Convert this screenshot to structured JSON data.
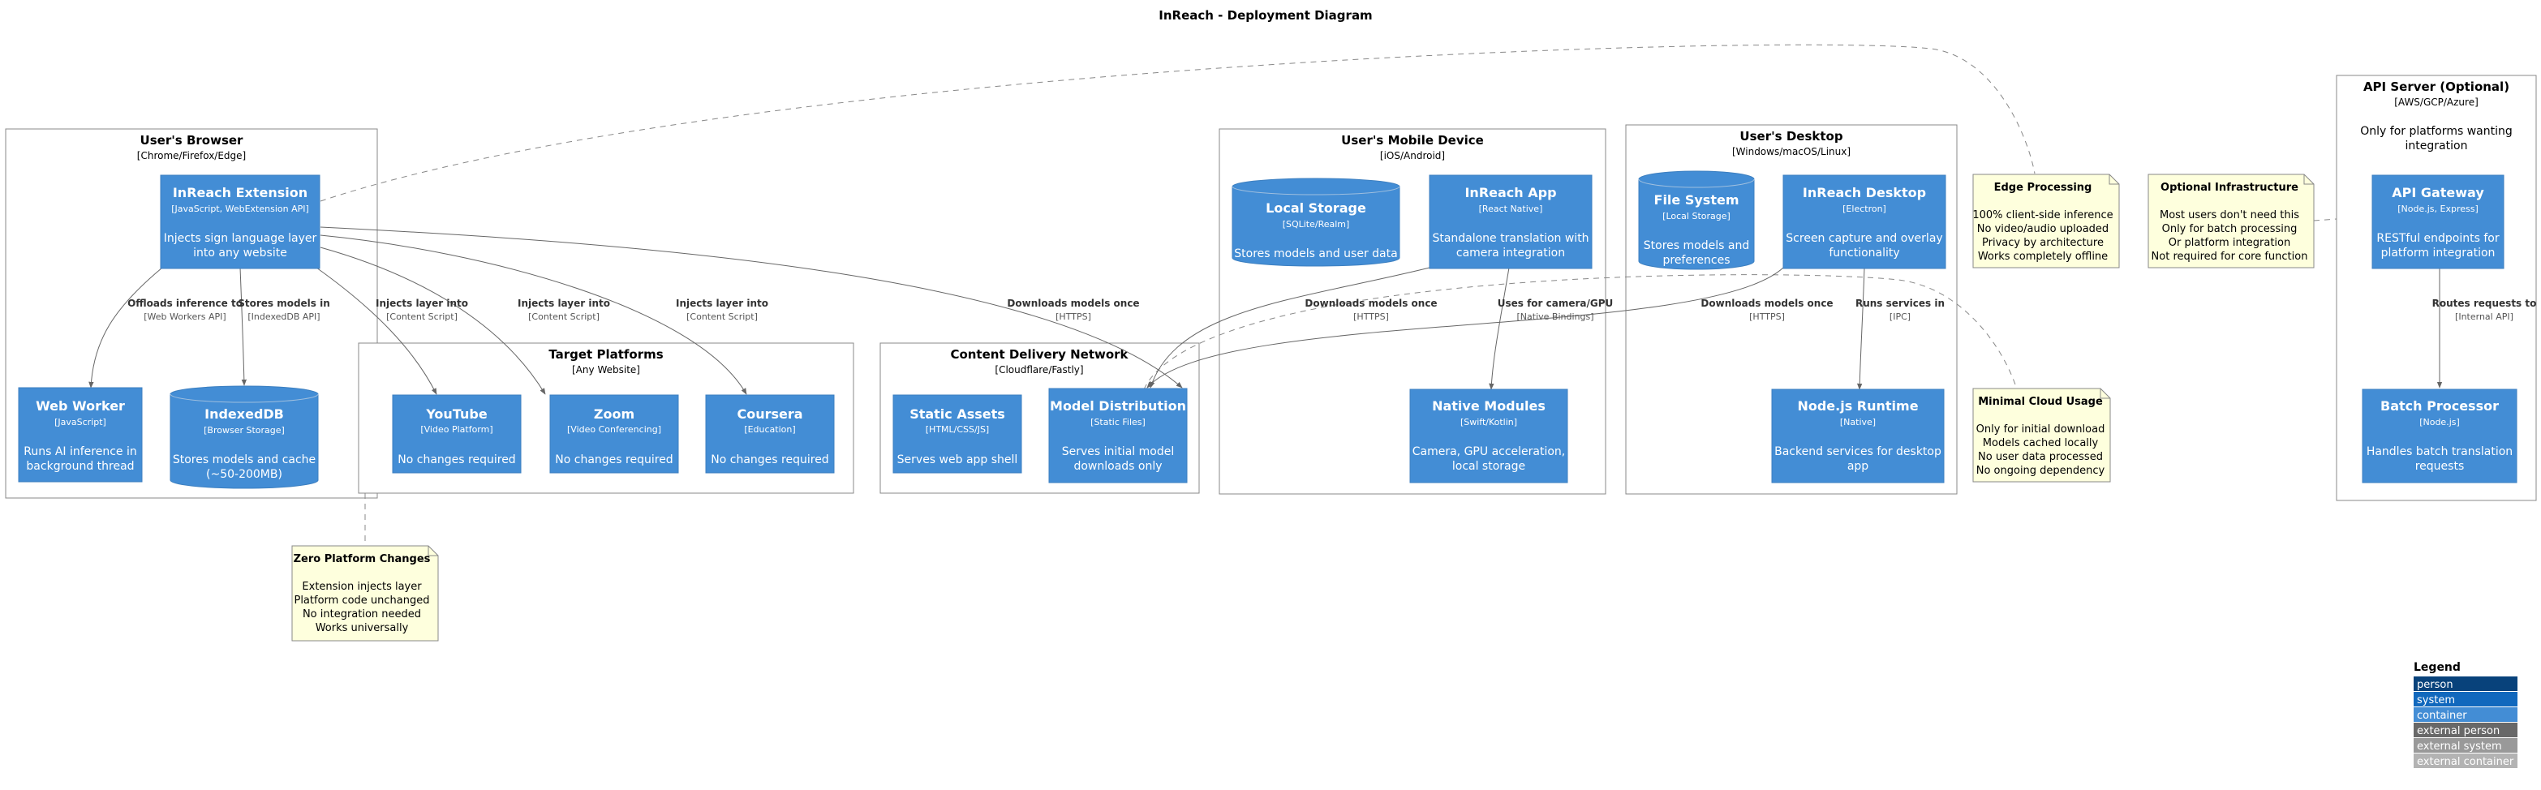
{
  "title": "InReach - Deployment Diagram",
  "colors": {
    "container": "#438DD5",
    "person": "#08427B",
    "system": "#1168BD",
    "external_person": "#686868",
    "external_system": "#999999",
    "external_container": "#B3B3B3",
    "note_fill": "#FEFFDD",
    "boundary_stroke": "#888888",
    "edge": "#666666"
  },
  "boundaries": {
    "browser": {
      "name": "User's Browser",
      "sub": "[Chrome/Firefox/Edge]"
    },
    "targets": {
      "name": "Target Platforms",
      "sub": "[Any Website]"
    },
    "cdn": {
      "name": "Content Delivery Network",
      "sub": "[Cloudflare/Fastly]"
    },
    "mobile": {
      "name": "User's Mobile Device",
      "sub": "[iOS/Android]"
    },
    "desktop": {
      "name": "User's Desktop",
      "sub": "[Windows/macOS/Linux]"
    },
    "api": {
      "name": "API Server (Optional)",
      "sub": "[AWS/GCP/Azure]",
      "desc1": "Only for platforms wanting",
      "desc2": "integration"
    }
  },
  "nodes": {
    "ext": {
      "name": "InReach Extension",
      "tech": "[JavaScript, WebExtension API]",
      "desc1": "Injects sign language layer",
      "desc2": "into any website"
    },
    "worker": {
      "name": "Web Worker",
      "tech": "[JavaScript]",
      "desc1": "Runs AI inference in",
      "desc2": "background thread"
    },
    "idb": {
      "name": "IndexedDB",
      "tech": "[Browser Storage]",
      "desc1": "Stores models and cache",
      "desc2": "(~50-200MB)"
    },
    "youtube": {
      "name": "YouTube",
      "tech": "[Video Platform]",
      "desc1": "No changes required"
    },
    "zoom": {
      "name": "Zoom",
      "tech": "[Video Conferencing]",
      "desc1": "No changes required"
    },
    "coursera": {
      "name": "Coursera",
      "tech": "[Education]",
      "desc1": "No changes required"
    },
    "static": {
      "name": "Static Assets",
      "tech": "[HTML/CSS/JS]",
      "desc1": "Serves web app shell"
    },
    "model": {
      "name": "Model Distribution",
      "tech": "[Static Files]",
      "desc1": "Serves initial model",
      "desc2": "downloads only"
    },
    "localstore": {
      "name": "Local Storage",
      "tech": "[SQLite/Realm]",
      "desc1": "Stores models and user data"
    },
    "app": {
      "name": "InReach App",
      "tech": "[React Native]",
      "desc1": "Standalone translation with",
      "desc2": "camera integration"
    },
    "native": {
      "name": "Native Modules",
      "tech": "[Swift/Kotlin]",
      "desc1": "Camera, GPU acceleration,",
      "desc2": "local storage"
    },
    "fs": {
      "name": "File System",
      "tech": "[Local Storage]",
      "desc1": "Stores models and",
      "desc2": "preferences"
    },
    "desktop": {
      "name": "InReach Desktop",
      "tech": "[Electron]",
      "desc1": "Screen capture and overlay",
      "desc2": "functionality"
    },
    "node": {
      "name": "Node.js Runtime",
      "tech": "[Native]",
      "desc1": "Backend services for desktop",
      "desc2": "app"
    },
    "gateway": {
      "name": "API Gateway",
      "tech": "[Node.js, Express]",
      "desc1": "RESTful endpoints for",
      "desc2": "platform integration"
    },
    "batch": {
      "name": "Batch Processor",
      "tech": "[Node.js]",
      "desc1": "Handles batch translation",
      "desc2": "requests"
    }
  },
  "edges": {
    "offloads": {
      "label": "Offloads inference to",
      "tech": "[Web Workers API]"
    },
    "stores": {
      "label": "Stores models in",
      "tech": "[IndexedDB API]"
    },
    "inj_yt": {
      "label": "Injects layer into",
      "tech": "[Content Script]"
    },
    "inj_zoom": {
      "label": "Injects layer into",
      "tech": "[Content Script]"
    },
    "inj_cour": {
      "label": "Injects layer into",
      "tech": "[Content Script]"
    },
    "dl_ext": {
      "label": "Downloads models once",
      "tech": "[HTTPS]"
    },
    "dl_app": {
      "label": "Downloads models once",
      "tech": "[HTTPS]"
    },
    "camera": {
      "label": "Uses for camera/GPU",
      "tech": "[Native Bindings]"
    },
    "dl_desk": {
      "label": "Downloads models once",
      "tech": "[HTTPS]"
    },
    "runs": {
      "label": "Runs services in",
      "tech": "[IPC]"
    },
    "routes": {
      "label": "Routes requests to",
      "tech": "[Internal API]"
    }
  },
  "notes": {
    "edge": {
      "title": "Edge Processing",
      "lines": [
        "100% client-side inference",
        "No video/audio uploaded",
        "Privacy by architecture",
        "Works completely offline"
      ]
    },
    "optional": {
      "title": "Optional Infrastructure",
      "lines": [
        "Most users don't need this",
        "Only for batch processing",
        "Or platform integration",
        "Not required for core function"
      ]
    },
    "minimal": {
      "title": "Minimal Cloud Usage",
      "lines": [
        "Only for initial download",
        "Models cached locally",
        "No user data processed",
        "No ongoing dependency"
      ]
    },
    "zero": {
      "title": "Zero Platform Changes",
      "lines": [
        "Extension injects layer",
        "Platform code unchanged",
        "No integration needed",
        "Works universally"
      ]
    }
  },
  "legend": {
    "title": "Legend",
    "items": [
      {
        "label": "person",
        "color": "#08427B"
      },
      {
        "label": "system",
        "color": "#1168BD"
      },
      {
        "label": "container",
        "color": "#438DD5"
      },
      {
        "label": "external person",
        "color": "#686868"
      },
      {
        "label": "external system",
        "color": "#999999"
      },
      {
        "label": "external container",
        "color": "#B3B3B3"
      }
    ]
  }
}
